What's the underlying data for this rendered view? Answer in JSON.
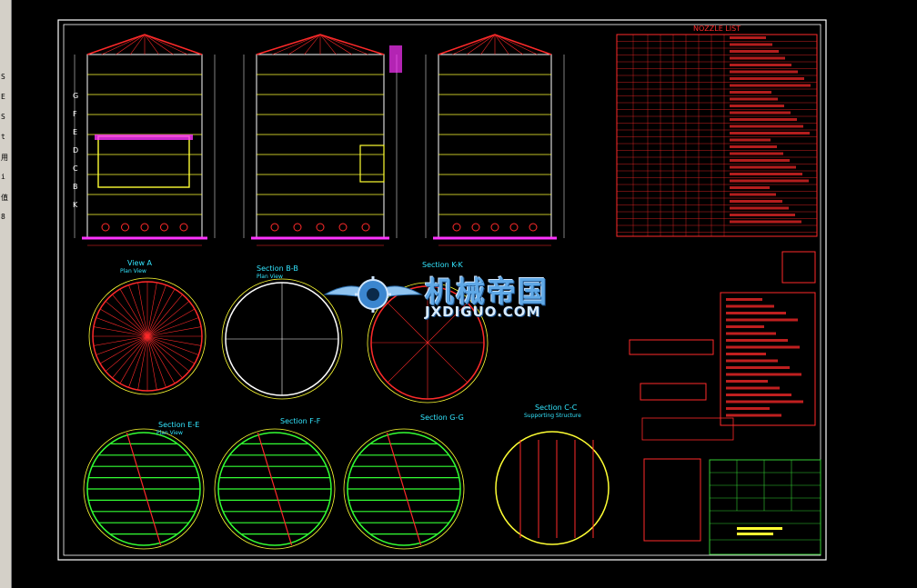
{
  "left_panel_glyphs": [
    "S",
    "E",
    "S",
    "t",
    "用",
    "i",
    "值",
    "8"
  ],
  "views": {
    "view_a": {
      "title": "View A",
      "subtitle": "Plan View"
    },
    "section_bb": {
      "title": "Section B-B",
      "subtitle": "Plan View"
    },
    "section_kk": {
      "title": "Section K-K",
      "subtitle": ""
    },
    "section_ee": {
      "title": "Section E-E",
      "subtitle": "Plan View"
    },
    "section_ff": {
      "title": "Section F-F",
      "subtitle": ""
    },
    "section_gg": {
      "title": "Section G-G",
      "subtitle": ""
    },
    "section_cc": {
      "title": "Section C-C",
      "subtitle": "Supporting Structure"
    }
  },
  "nozzle_table": {
    "title": "NOZZLE LIST"
  },
  "level_marks": [
    "G",
    "F",
    "E",
    "D",
    "C",
    "B",
    "K"
  ],
  "watermark": {
    "cn": "机械帝国",
    "en": "JXDIGUO.COM"
  },
  "colors": {
    "frame": "#ffffff",
    "drawing_red": "#ff2a2a",
    "drawing_yellow": "#ffff33",
    "drawing_green": "#33ff33",
    "drawing_cyan": "#33e6ff",
    "drawing_magenta": "#ff33ff",
    "title_block_green": "#33cc33"
  }
}
